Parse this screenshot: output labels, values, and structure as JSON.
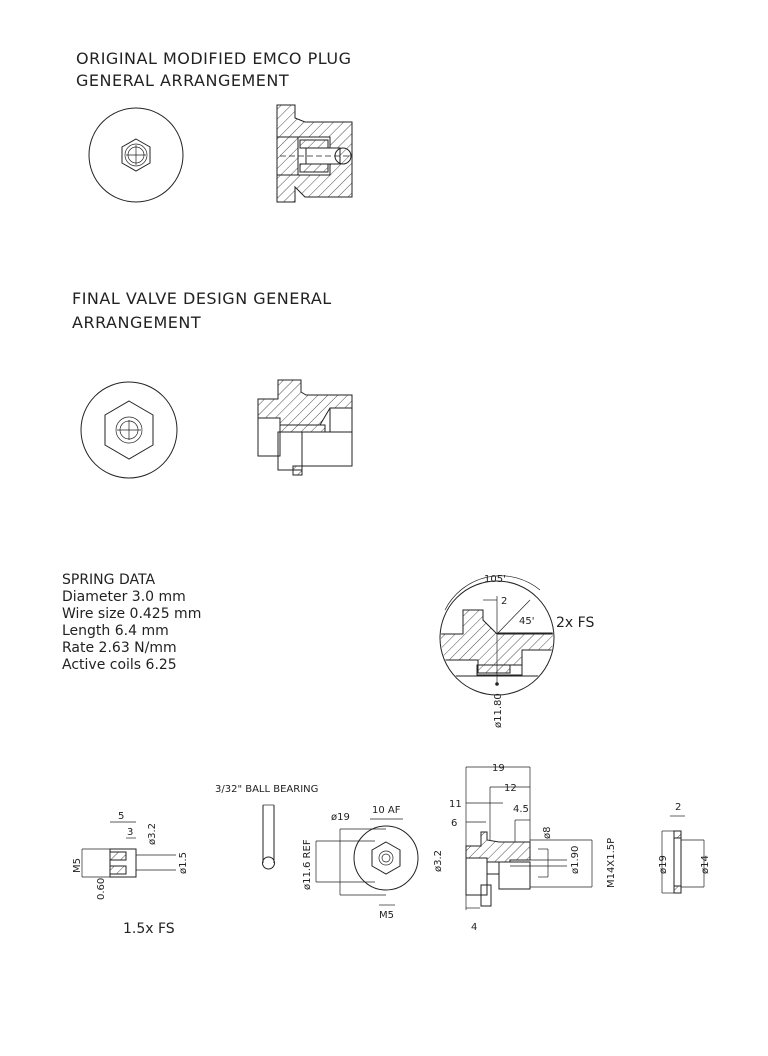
{
  "sections": {
    "original": {
      "title_line1": "ORIGINAL MODIFIED EMCO PLUG",
      "title_line2": "GENERAL ARRANGEMENT"
    },
    "final": {
      "title_line1": "FINAL VALVE DESIGN GENERAL",
      "title_line2": "ARRANGEMENT"
    }
  },
  "spring_data": {
    "heading": "SPRING DATA",
    "lines": [
      "Diameter 3.0 mm",
      "Wire size 0.425 mm",
      "Length 6.4 mm",
      "Rate 2.63 N/mm",
      "Active coils 6.25"
    ]
  },
  "detail": {
    "angle_total": "105'",
    "angle_half": "45'",
    "offset": "2",
    "diameter": "ø11.80",
    "scale": "2x FS"
  },
  "seat_part": {
    "dim_length": "5",
    "dim_bore": "3",
    "dim_thread": "M5",
    "dim_d32": "ø3.2",
    "dim_d15": "ø1.5",
    "dim_060": "0.60",
    "scale": "1.5x FS"
  },
  "ball": {
    "label": "3/32\" BALL BEARING"
  },
  "body_end": {
    "d19": "ø19",
    "af": "10 AF",
    "ref": "ø11.6 REF",
    "d32": "ø3.2",
    "m5": "M5"
  },
  "body_section": {
    "d_19": "19",
    "d_12": "12",
    "d_11": "11",
    "d_45": "4.5",
    "d_6": "6",
    "d_8": "ø8",
    "d_190": "ø1.90",
    "thread": "M14X1.5P",
    "d_4": "4"
  },
  "washer": {
    "thickness": "2",
    "od": "ø19",
    "id": "ø14"
  }
}
